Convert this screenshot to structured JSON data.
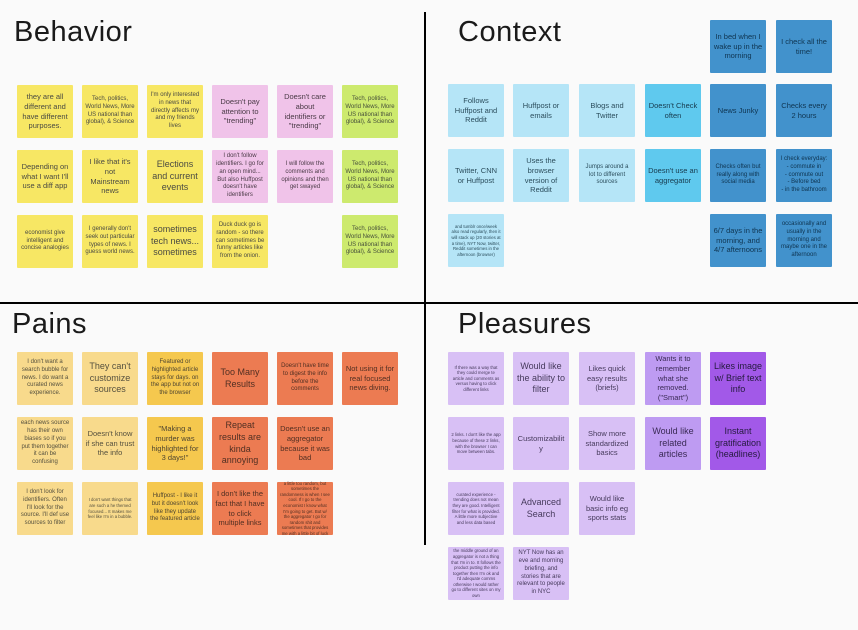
{
  "board": {
    "background": "#FAFAFA",
    "divider_color": "#000000"
  },
  "palette": {
    "yellow": "#F7E764",
    "pink": "#F0C3E9",
    "green": "#CDEA6E",
    "blue_light": "#B5E5F7",
    "blue_mid": "#5FC9EE",
    "blue_dark": "#4292CC",
    "tan": "#F8DA8C",
    "amber": "#F5C84E",
    "orange": "#EC7B52",
    "purple_light": "#D8C0F5",
    "purple_mid": "#BE9BF2",
    "purple_dark": "#A259E8"
  },
  "text_colors": {
    "yellow": "#4a4a42",
    "pink": "#4a3a46",
    "green": "#47503a",
    "blue_light": "#2b4d5c",
    "blue_mid": "#173a4d",
    "blue_dark": "#0f3450",
    "tan": "#55503e",
    "amber": "#4f4530",
    "orange": "#512f22",
    "purple_light": "#463a5c",
    "purple_mid": "#3a2a55",
    "purple_dark": "#241a3e"
  },
  "quadrants": [
    {
      "id": "behavior",
      "title": "Behavior",
      "notes": [
        {
          "text": "they are all different and have different purposes.",
          "color": "yellow",
          "size": "m",
          "col": 0,
          "row": 0
        },
        {
          "text": "Tech, politics, World News, More US national than global), & Science",
          "color": "yellow",
          "size": "s",
          "col": 1,
          "row": 0
        },
        {
          "text": "I'm only interested in news that directly affects my and my friends lives",
          "color": "yellow",
          "size": "s",
          "col": 2,
          "row": 0
        },
        {
          "text": "Doesn't pay attention to \"trending\"",
          "color": "pink",
          "size": "m",
          "col": 3,
          "row": 0
        },
        {
          "text": "Doesn't care about identifiers or \"trending\"",
          "color": "pink",
          "size": "m",
          "col": 4,
          "row": 0
        },
        {
          "text": "Tech, politics, World News, More US national than global), & Science",
          "color": "green",
          "size": "s",
          "col": 5,
          "row": 0
        },
        {
          "text": "Depending on what I want I'll use a diff app",
          "color": "yellow",
          "size": "m",
          "col": 0,
          "row": 1
        },
        {
          "text": "I like that it's not Mainstream news",
          "color": "yellow",
          "size": "m",
          "col": 1,
          "row": 1
        },
        {
          "text": "Elections and current events",
          "color": "yellow",
          "size": "l",
          "col": 2,
          "row": 1
        },
        {
          "text": "I don't follow identifiers. I go for an open mind... But also Huffpost doesn't have identifiers",
          "color": "pink",
          "size": "s",
          "col": 3,
          "row": 1
        },
        {
          "text": "I will follow the comments and opinions and then get swayed",
          "color": "pink",
          "size": "s",
          "col": 4,
          "row": 1
        },
        {
          "text": "Tech, politics, World News, More US national than global), & Science",
          "color": "green",
          "size": "s",
          "col": 5,
          "row": 1
        },
        {
          "text": "economist give intelligent and concise analogies",
          "color": "yellow",
          "size": "s",
          "col": 0,
          "row": 2
        },
        {
          "text": "I generally don't seek out particular types of news. I guess world news.",
          "color": "yellow",
          "size": "s",
          "col": 1,
          "row": 2
        },
        {
          "text": "sometimes tech news... sometimes",
          "color": "yellow",
          "size": "l",
          "col": 2,
          "row": 2
        },
        {
          "text": "Duck duck go is random - so there can sometimes be funny articles like from the onion.",
          "color": "yellow",
          "size": "s",
          "col": 3,
          "row": 2
        },
        {
          "text": "Tech, politics, World News, More US national than global), & Science",
          "color": "green",
          "size": "s",
          "col": 5,
          "row": 2
        }
      ]
    },
    {
      "id": "context",
      "title": "Context",
      "notes": [
        {
          "text": "In bed when I wake up in the morning",
          "color": "blue_dark",
          "size": "m",
          "col": 4,
          "row": 0
        },
        {
          "text": "I check all the time!",
          "color": "blue_dark",
          "size": "m",
          "col": 5,
          "row": 0
        },
        {
          "text": "Follows Huffpost and Reddit",
          "color": "blue_light",
          "size": "m",
          "col": 0,
          "row": 1
        },
        {
          "text": "Huffpost or emails",
          "color": "blue_light",
          "size": "m",
          "col": 1,
          "row": 1
        },
        {
          "text": "Blogs and Twitter",
          "color": "blue_light",
          "size": "m",
          "col": 2,
          "row": 1
        },
        {
          "text": "Doesn't Check often",
          "color": "blue_mid",
          "size": "m",
          "col": 3,
          "row": 1
        },
        {
          "text": "News Junky",
          "color": "blue_dark",
          "size": "m",
          "col": 4,
          "row": 1
        },
        {
          "text": "Checks every 2 hours",
          "color": "blue_dark",
          "size": "m",
          "col": 5,
          "row": 1
        },
        {
          "text": "Twitter, CNN or Huffpost",
          "color": "blue_light",
          "size": "m",
          "col": 0,
          "row": 2
        },
        {
          "text": "Uses the browser version of Reddit",
          "color": "blue_light",
          "size": "m",
          "col": 1,
          "row": 2
        },
        {
          "text": "Jumps around a lot to different sources",
          "color": "blue_light",
          "size": "s",
          "col": 2,
          "row": 2
        },
        {
          "text": "Doesn't use an aggregator",
          "color": "blue_mid",
          "size": "m",
          "col": 3,
          "row": 2
        },
        {
          "text": "Checks often but really along with social media",
          "color": "blue_dark",
          "size": "s",
          "col": 4,
          "row": 2
        },
        {
          "text": "I check everyday:\n- commute in\n- commute out\n- Before bed\n- in the bathroom",
          "color": "blue_dark",
          "size": "s",
          "col": 5,
          "row": 2
        },
        {
          "text": "and tumblr once/week also read regularly, then it will stack up (20 stories at a time), NYT Now, twitter, Reddit sometimes in the afternoon (browser)",
          "color": "blue_light",
          "size": "xs",
          "col": 0,
          "row": 3
        },
        {
          "text": "6/7 days in the morning, and 4/7 afternoons",
          "color": "blue_dark",
          "size": "m",
          "col": 4,
          "row": 3
        },
        {
          "text": "occasionally and usually in the morning and maybe one in the afternoon",
          "color": "blue_dark",
          "size": "s",
          "col": 5,
          "row": 3
        }
      ]
    },
    {
      "id": "pains",
      "title": "Pains",
      "notes": [
        {
          "text": "I don't want a search bubble for news. I do want a curated news experience.",
          "color": "tan",
          "size": "s",
          "col": 0,
          "row": 0
        },
        {
          "text": "They can't customize sources",
          "color": "tan",
          "size": "l",
          "col": 1,
          "row": 0
        },
        {
          "text": "Featured or highlighted article stays for days. on the app but not on the browser",
          "color": "amber",
          "size": "s",
          "col": 2,
          "row": 0
        },
        {
          "text": "Too Many Results",
          "color": "orange",
          "size": "l",
          "col": 3,
          "row": 0
        },
        {
          "text": "Doesn't have time to digest the info before the comments",
          "color": "orange",
          "size": "s",
          "col": 4,
          "row": 0
        },
        {
          "text": "Not using it for real focused news diving.",
          "color": "orange",
          "size": "m",
          "col": 5,
          "row": 0
        },
        {
          "text": "each news source has their own biases so if you put them together it can be confusing",
          "color": "tan",
          "size": "s",
          "col": 0,
          "row": 1
        },
        {
          "text": "Doesn't know if she can trust the info",
          "color": "tan",
          "size": "m",
          "col": 1,
          "row": 1
        },
        {
          "text": "\"Making a murder was highlighted for 3 days!\"",
          "color": "amber",
          "size": "m",
          "col": 2,
          "row": 1
        },
        {
          "text": "Repeat results are kinda annoying",
          "color": "orange",
          "size": "l",
          "col": 3,
          "row": 1
        },
        {
          "text": "Doesn't use an aggregator because it was bad",
          "color": "orange",
          "size": "m",
          "col": 4,
          "row": 1
        },
        {
          "text": "I don't look for identifiers. Often I'll look for the source. I'll def use sources to filter",
          "color": "tan",
          "size": "s",
          "col": 0,
          "row": 2
        },
        {
          "text": "I don't want things that are such a he themed focused... It makes me feel like I'm in a bubble.",
          "color": "tan",
          "size": "xs",
          "col": 1,
          "row": 2
        },
        {
          "text": "Huffpost - I like it but it doesn't look like they update the featured article",
          "color": "amber",
          "size": "s",
          "col": 2,
          "row": 2
        },
        {
          "text": "I don't like the fact that I have to click multiple links",
          "color": "orange",
          "size": "m",
          "col": 3,
          "row": 2
        },
        {
          "text": "a little too random, but sometimes the randomness is when I see cool. If I go to the economist I know what I'm going to get. But w/ the aggregator I go for random shit and sometimes that provides me with a little bit of luck",
          "color": "orange",
          "size": "xs",
          "col": 4,
          "row": 2
        }
      ]
    },
    {
      "id": "pleasures",
      "title": "Pleasures",
      "notes": [
        {
          "text": "If there was a way that they could merge te article and comments as versus having to click different links",
          "color": "purple_light",
          "size": "xs",
          "col": 0,
          "row": 0
        },
        {
          "text": "Would like the ability to filter",
          "color": "purple_light",
          "size": "l",
          "col": 1,
          "row": 0
        },
        {
          "text": "Likes quick easy results (briefs)",
          "color": "purple_light",
          "size": "m",
          "col": 2,
          "row": 0
        },
        {
          "text": "Wants it to remember what she removed. (\"Smart\")",
          "color": "purple_mid",
          "size": "m",
          "col": 3,
          "row": 0
        },
        {
          "text": "Likes image w/ Brief text info",
          "color": "purple_dark",
          "size": "l",
          "col": 4,
          "row": 0
        },
        {
          "text": "2 links. I don't like the app because of these 2 links, with the browser I can move between tabs.",
          "color": "purple_light",
          "size": "xs",
          "col": 0,
          "row": 1
        },
        {
          "text": "Customizability",
          "color": "purple_light",
          "size": "m",
          "col": 1,
          "row": 1
        },
        {
          "text": "Show more standardized basics",
          "color": "purple_light",
          "size": "m",
          "col": 2,
          "row": 1
        },
        {
          "text": "Would like related articles",
          "color": "purple_mid",
          "size": "l",
          "col": 3,
          "row": 1
        },
        {
          "text": "Instant gratification (headlines)",
          "color": "purple_dark",
          "size": "l",
          "col": 4,
          "row": 1
        },
        {
          "text": "curated experience - trending does not mean they are good. Intelligent filter for what is provided. A little more subjective and less data based",
          "color": "purple_light",
          "size": "xs",
          "col": 0,
          "row": 2
        },
        {
          "text": "Advanced Search",
          "color": "purple_light",
          "size": "l",
          "col": 1,
          "row": 2
        },
        {
          "text": "Would like basic info eg sports stats",
          "color": "purple_light",
          "size": "m",
          "col": 2,
          "row": 2
        },
        {
          "text": "the middle ground of an aggregator is not a thing that I'm in to. It follows the product putting the info together then I'm ok and I'd adequate comms otherwise I would rather go to different sites on my own",
          "color": "purple_light",
          "size": "xs",
          "col": 0,
          "row": 3
        },
        {
          "text": "NYT Now has an eve and morning briefing, and stories that are relevant to people in NYC",
          "color": "purple_light",
          "size": "s",
          "col": 1,
          "row": 3
        }
      ]
    }
  ]
}
